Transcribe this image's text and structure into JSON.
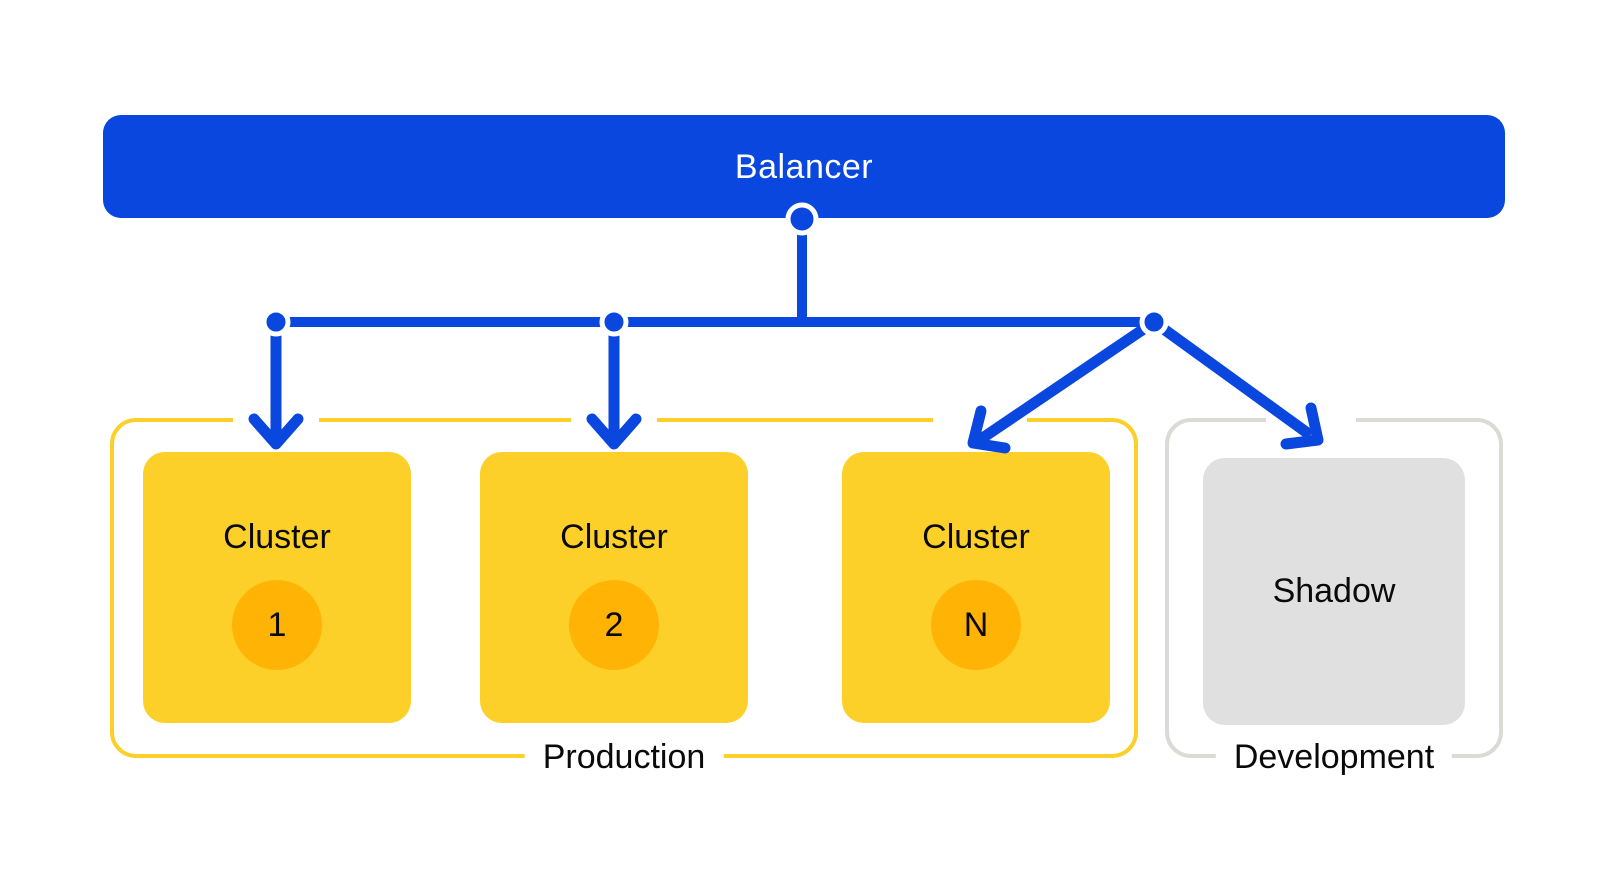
{
  "balancer": {
    "label": "Balancer"
  },
  "production": {
    "label": "Production",
    "clusters": [
      {
        "label": "Cluster",
        "badge": "1"
      },
      {
        "label": "Cluster",
        "badge": "2"
      },
      {
        "label": "Cluster",
        "badge": "N"
      }
    ]
  },
  "development": {
    "label": "Development",
    "shadow": {
      "label": "Shadow"
    }
  },
  "colors": {
    "blue": "#0a47df",
    "yellow": "#fcd028",
    "orange": "#ffb405",
    "gray_box": "#e0e0e0",
    "gray_border": "#dbdbd6",
    "text": "#0a0a0a",
    "balancer_text": "#ffffff"
  }
}
